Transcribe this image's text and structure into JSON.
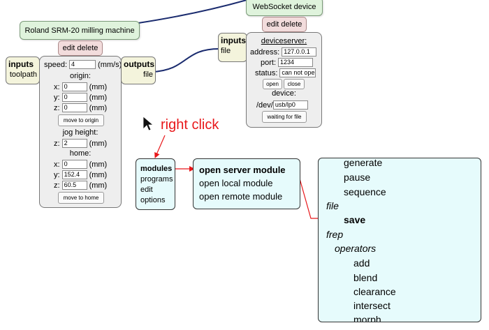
{
  "ws_device": {
    "title": "WebSocket device",
    "edit": "edit",
    "delete": "delete"
  },
  "milling": {
    "title": "Roland SRM-20 milling machine",
    "edit": "edit",
    "delete": "delete"
  },
  "milling_inputs": {
    "title": "inputs",
    "port": "toolpath"
  },
  "milling_outputs": {
    "title": "outputs",
    "port": "file"
  },
  "milling_panel": {
    "speed_label": "speed:",
    "speed_value": "4",
    "speed_unit": "(mm/s)",
    "origin_label": "origin:",
    "origin_x_label": "x:",
    "origin_x": "0",
    "origin_y_label": "y:",
    "origin_y": "0",
    "origin_z_label": "z:",
    "origin_z": "0",
    "unit": "(mm)",
    "move_to_origin": "move to origin",
    "jog_label": "jog height:",
    "jog_z_label": "z:",
    "jog_z": "2",
    "home_label": "home:",
    "home_x_label": "x:",
    "home_x": "0",
    "home_y_label": "y:",
    "home_y": "152.4",
    "home_z_label": "z:",
    "home_z": "60.5",
    "move_to_home": "move to home"
  },
  "ws_inputs": {
    "title": "inputs",
    "port": "file"
  },
  "ws_panel": {
    "heading": "deviceserver:",
    "address_label": "address:",
    "address": "127.0.0.1",
    "port_label": "port:",
    "port": "1234",
    "status_label": "status:",
    "status": "can not open",
    "open": "open",
    "close": "close",
    "device_label": "device:",
    "dev_prefix": "/dev/",
    "dev_value": "usb/lp0",
    "waiting": "waiting for file"
  },
  "annotation": {
    "right_click": "right click",
    "color": "#e8171a"
  },
  "context_menu": {
    "items": [
      "modules",
      "programs",
      "edit",
      "options"
    ]
  },
  "submenu": {
    "items": [
      "open server module",
      "open local module",
      "open remote module"
    ]
  },
  "module_list": {
    "items": [
      "generate",
      "pause",
      "sequence",
      "file",
      "save",
      "frep",
      "operators",
      "add",
      "blend",
      "clearance",
      "intersect",
      "morph"
    ]
  },
  "colors": {
    "wire": "#1a2b6e",
    "menu_bg": "#e6fbfc",
    "title_bg": "#dff3dc",
    "edit_bg": "#f2dcdc",
    "io_bg": "#f4f4dc"
  }
}
